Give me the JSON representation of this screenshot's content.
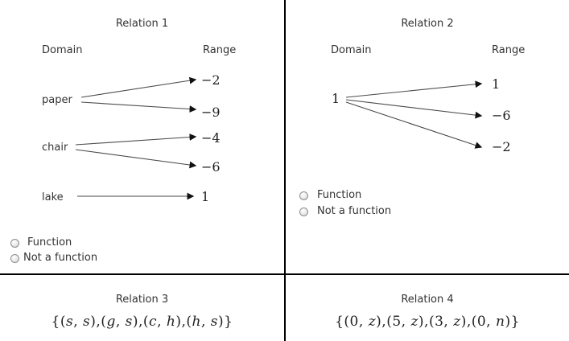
{
  "relation1": {
    "title": "Relation 1",
    "domain_label": "Domain",
    "range_label": "Range",
    "domain": [
      "paper",
      "chair",
      "lake"
    ],
    "range": [
      "−2",
      "−9",
      "−4",
      "−6",
      "1"
    ],
    "mappings": [
      [
        "paper",
        "−2"
      ],
      [
        "paper",
        "−9"
      ],
      [
        "chair",
        "−4"
      ],
      [
        "chair",
        "−6"
      ],
      [
        "lake",
        "1"
      ]
    ],
    "options": [
      "Function",
      "Not a function"
    ],
    "selected_option": null
  },
  "relation2": {
    "title": "Relation 2",
    "domain_label": "Domain",
    "range_label": "Range",
    "domain": [
      "1"
    ],
    "range": [
      "1",
      "−6",
      "−2"
    ],
    "mappings": [
      [
        "1",
        "1"
      ],
      [
        "1",
        "−6"
      ],
      [
        "1",
        "−2"
      ]
    ],
    "options": [
      "Function",
      "Not a function"
    ],
    "selected_option": null
  },
  "relation3": {
    "title": "Relation 3",
    "set": "{(s, s),(g, s),(c, h),(h, s)}"
  },
  "relation4": {
    "title": "Relation 4",
    "set": "{(0, z),(5, z),(3, z),(0, n)}"
  },
  "colors": {
    "divider": "#000000",
    "text": "#333333",
    "math_text": "#1f1f1f",
    "arrow_line": "#4a4a4a",
    "arrow_head": "#111111"
  }
}
